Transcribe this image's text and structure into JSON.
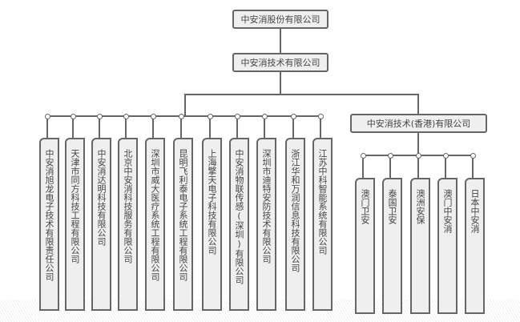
{
  "root": "中安消股份有限公司",
  "tech": "中安消技术有限公司",
  "hk": "中安消技术(香港)有限公司",
  "domestic": [
    "中安消旭龙电子技术有限责任公司",
    "天津市同方科技工程有限公司",
    "中安消达明科技有限公司",
    "北京中安消科技服务有限公司",
    "深圳市威大医疗系统工程有限公司",
    "昆明飞利泰电子系统工程有限公司",
    "上海擎天电子科技有限公司",
    "中安消物联传感(深圳)有限公司",
    "深圳市迪特安防技术有限公司",
    "浙江华和万润信息科技有限公司",
    "江苏中科智能系统有限公司"
  ],
  "overseas": [
    "澳门卫安",
    "泰国卫安",
    "澳洲安保",
    "澳门中安消",
    "日本中安消"
  ]
}
